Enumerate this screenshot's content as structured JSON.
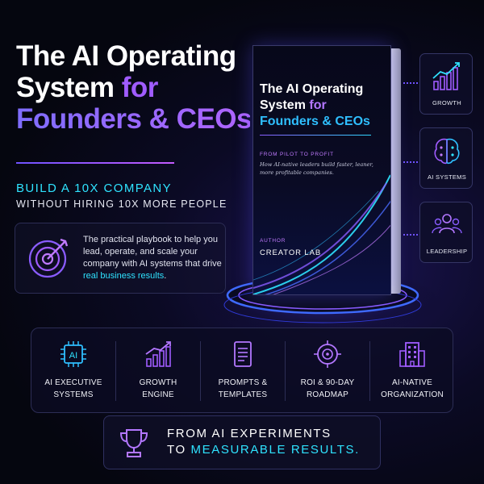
{
  "headline": {
    "line1": "The AI Operating",
    "line2_a": "System",
    "line2_b": "for",
    "line3": "Founders & CEOs"
  },
  "subheading": {
    "line1": "BUILD A 10X COMPANY",
    "line2": "WITHOUT HIRING 10X MORE PEOPLE"
  },
  "playbook": {
    "icon": "target-icon",
    "text_a": "The practical playbook to help you lead, operate, and scale your company with AI systems that drive",
    "text_b": "real business results",
    "text_c": "."
  },
  "book": {
    "title_line1": "The AI Operating",
    "title_line2_a": "System",
    "title_line2_b": "for",
    "title_line3": "Founders & CEOs",
    "kicker": "FROM PILOT TO PROFIT",
    "description": "How AI-native leaders build faster, leaner, more profitable companies.",
    "author_label": "AUTHOR",
    "author": "CREATOR LAB"
  },
  "side_cards": [
    {
      "label": "GROWTH",
      "icon": "growth-chart-icon"
    },
    {
      "label": "AI SYSTEMS",
      "icon": "brain-circuit-icon"
    },
    {
      "label": "LEADERSHIP",
      "icon": "team-icon"
    }
  ],
  "features": [
    {
      "line1": "AI EXECUTIVE",
      "line2": "SYSTEMS",
      "icon": "ai-chip-icon"
    },
    {
      "line1": "GROWTH",
      "line2": "ENGINE",
      "icon": "bar-chart-icon"
    },
    {
      "line1": "PROMPTS &",
      "line2": "TEMPLATES",
      "icon": "document-icon"
    },
    {
      "line1": "ROI & 90-DAY",
      "line2": "ROADMAP",
      "icon": "crosshair-icon"
    },
    {
      "line1": "AI-NATIVE",
      "line2": "ORGANIZATION",
      "icon": "building-icon"
    }
  ],
  "cta": {
    "line1": "FROM AI EXPERIMENTS",
    "line2_a": "TO",
    "line2_b": "MEASURABLE RESULTS.",
    "icon": "trophy-icon"
  },
  "colors": {
    "accent_cyan": "#2fe3ff",
    "accent_purple": "#a05cff",
    "background": "#05060f"
  }
}
